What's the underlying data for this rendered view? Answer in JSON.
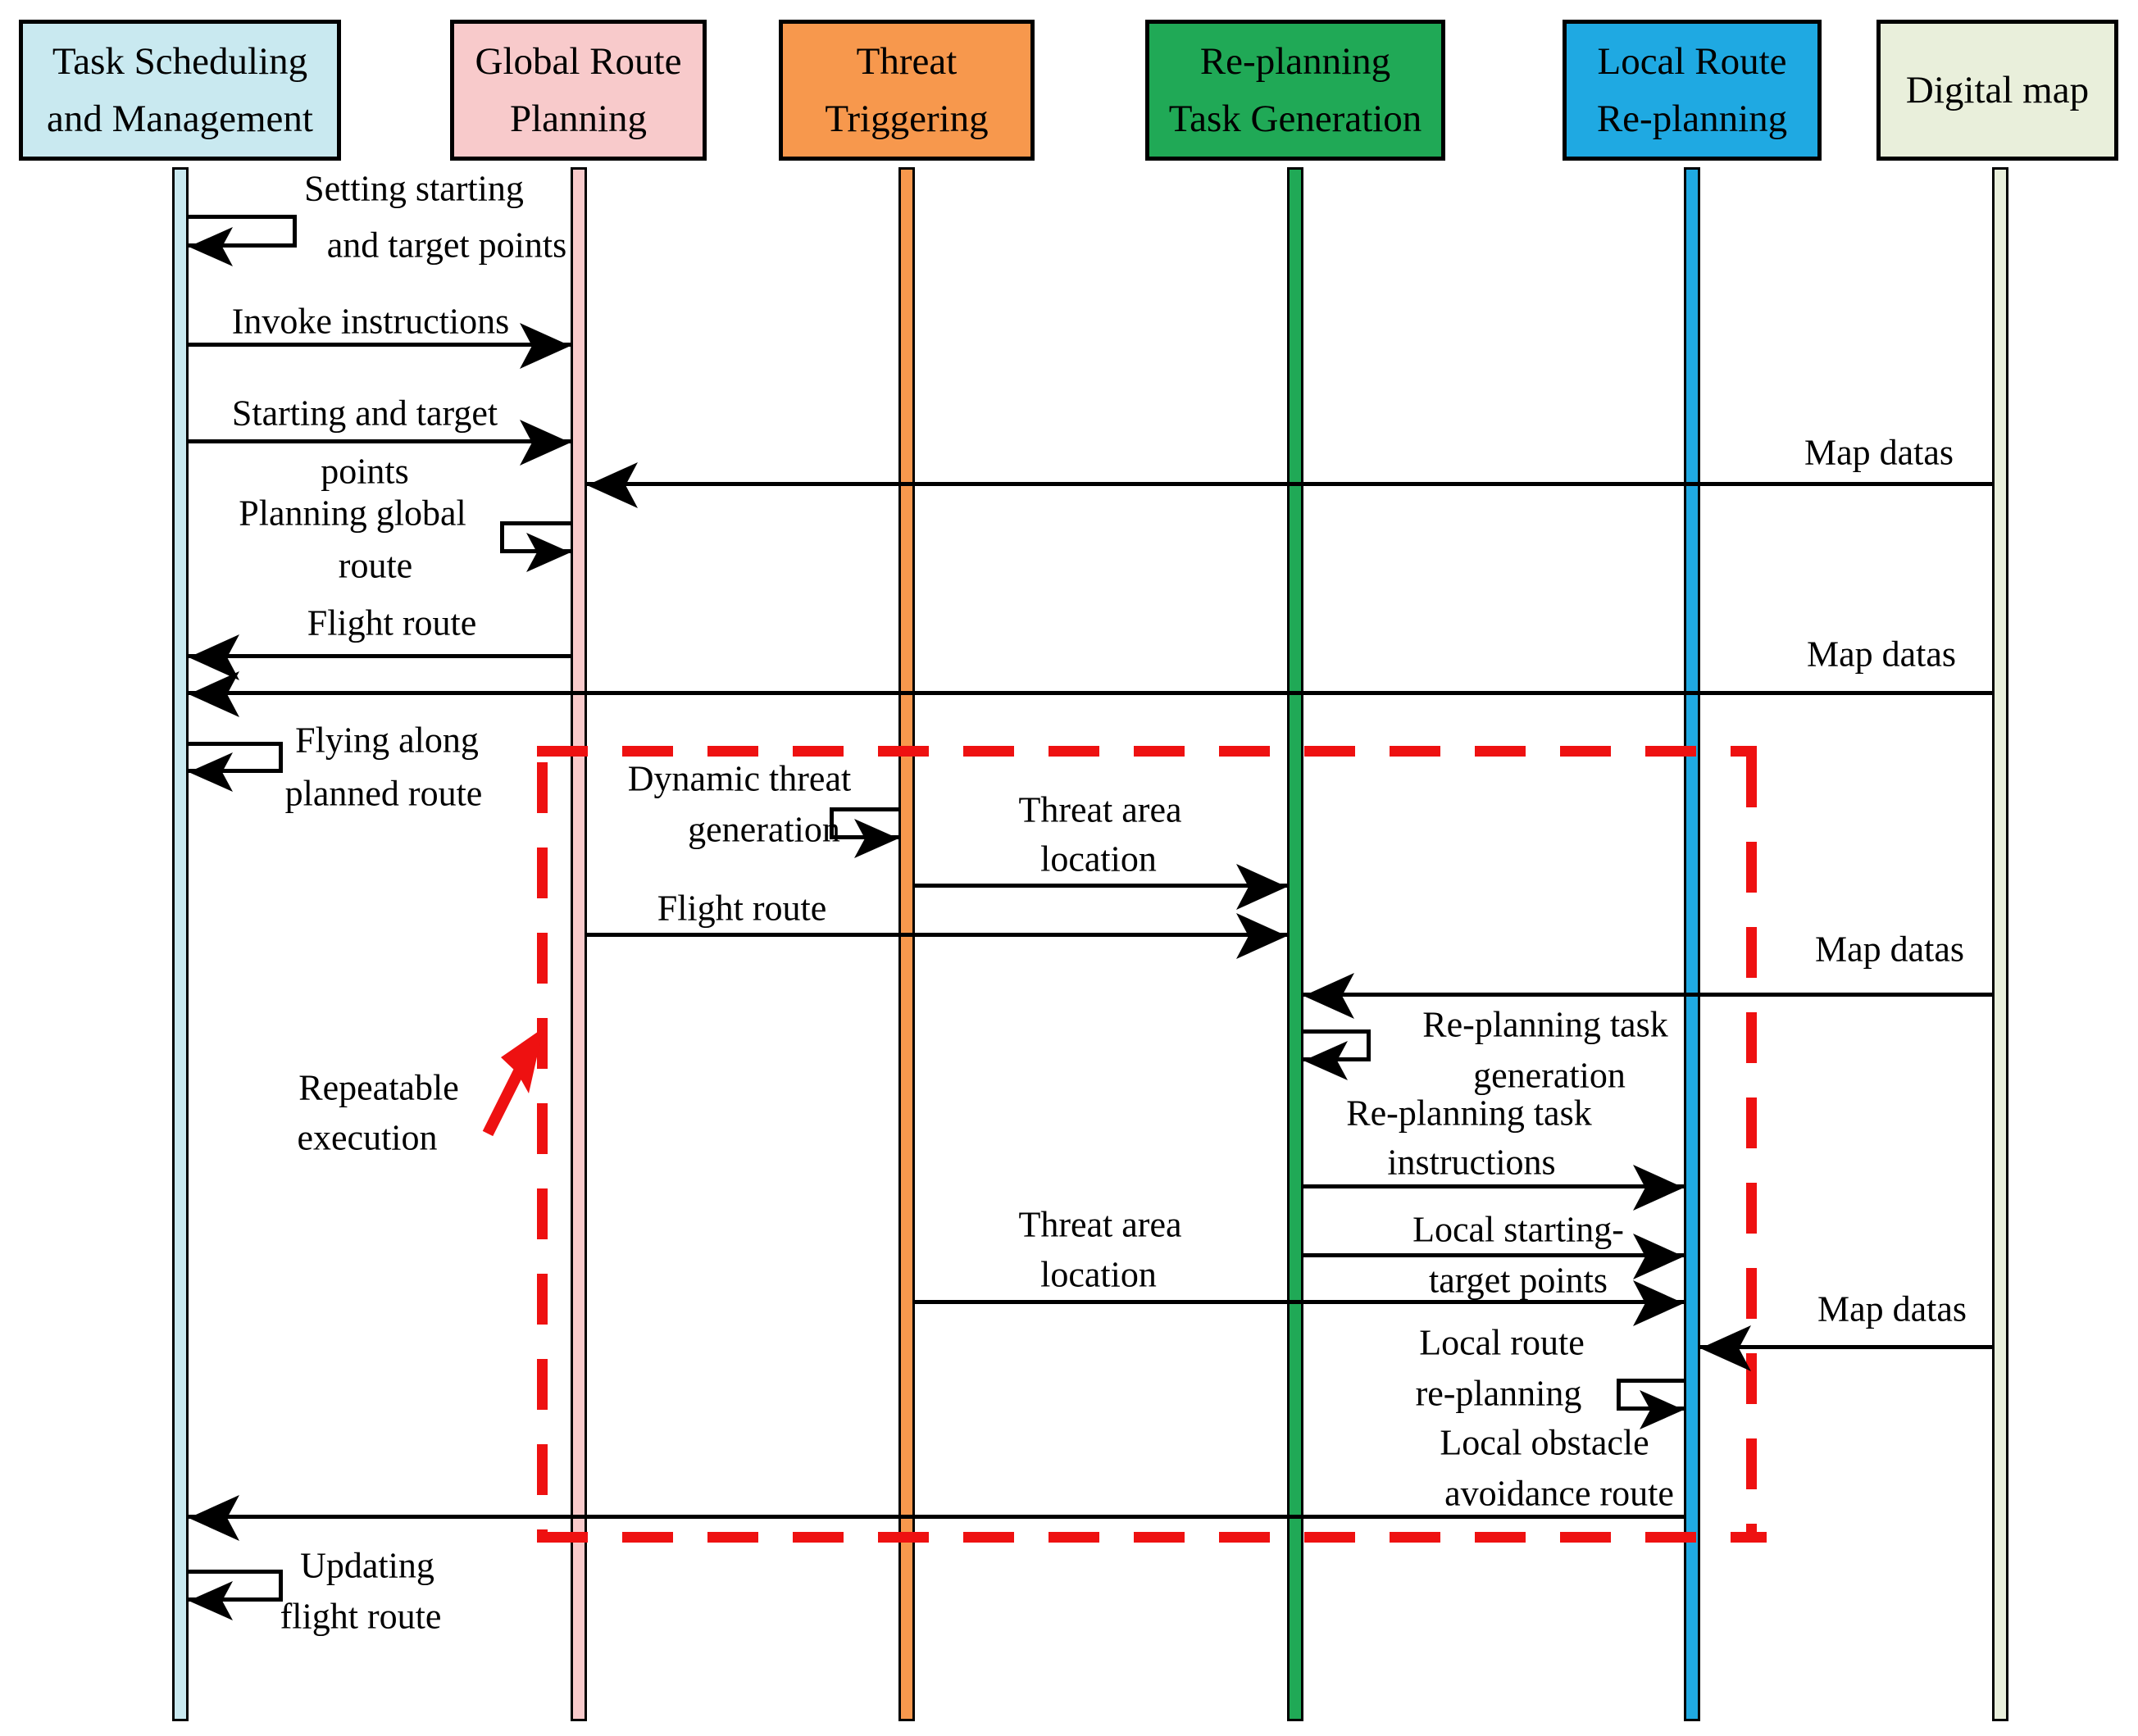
{
  "actors": [
    {
      "line1": "Task Scheduling",
      "line2": "and Management"
    },
    {
      "line1": "Global Route",
      "line2": "Planning"
    },
    {
      "line1": "Threat",
      "line2": "Triggering"
    },
    {
      "line1": "Re-planning",
      "line2": "Task Generation"
    },
    {
      "line1": "Local Route",
      "line2": "Re-planning"
    },
    {
      "line1": "Digital map",
      "line2": ""
    }
  ],
  "colors": {
    "task_scheduling": "#C9E9F0",
    "global_route": "#F8CACB",
    "threat_triggering": "#F7984D",
    "replanning_task": "#20A956",
    "local_route": "#1FA9E2",
    "digital_map": "#E9EFDB",
    "highlight_red": "#EE1111",
    "line_black": "#000000"
  },
  "messages": {
    "setting_1": "Setting starting",
    "setting_2": "and target points",
    "invoke": "Invoke instructions",
    "start_target_1": "Starting and target",
    "start_target_2": "points",
    "map_datas_1": "Map datas",
    "planning_global_1": "Planning global",
    "planning_global_2": "route",
    "flight_route_1": "Flight route",
    "map_datas_2": "Map datas",
    "flying_1": "Flying along",
    "flying_2": "planned route",
    "dynamic_1": "Dynamic threat",
    "dynamic_2": "generation",
    "threat_area_a1": "Threat area",
    "threat_area_a2": "location",
    "flight_route_2": "Flight route",
    "map_datas_3": "Map datas",
    "replan_gen_1": "Re-planning task",
    "replan_gen_2": "generation",
    "replan_instr_1": "Re-planning task",
    "replan_instr_2": "instructions",
    "local_start_1": "Local starting-",
    "local_start_2": "target points",
    "threat_area_b1": "Threat area",
    "threat_area_b2": "location",
    "map_datas_4": "Map datas",
    "local_replan_1": "Local route",
    "local_replan_2": "re-planning",
    "local_obstacle_1": "Local obstacle",
    "local_obstacle_2": "avoidance route",
    "updating_1": "Updating",
    "updating_2": "flight route"
  },
  "annotation": {
    "line1": "Repeatable",
    "line2": "execution"
  }
}
